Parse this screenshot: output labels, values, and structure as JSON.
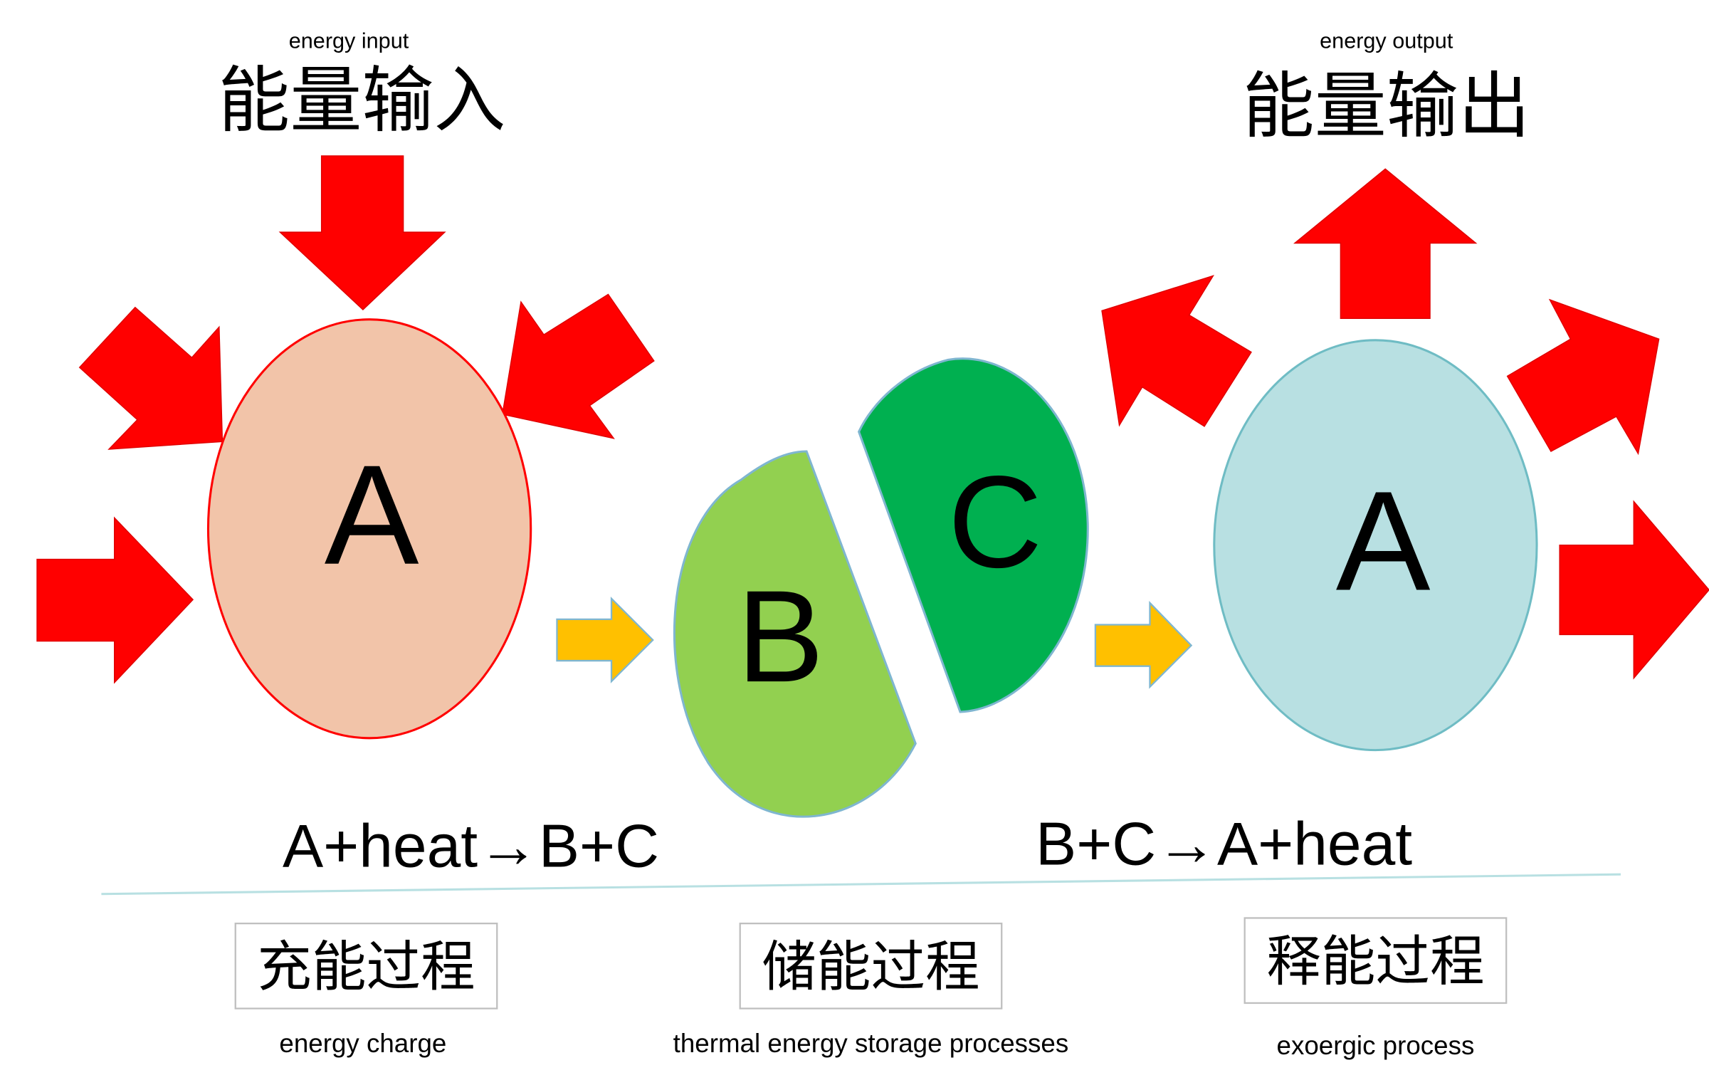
{
  "input": {
    "caption": "energy input",
    "title": "能量输入"
  },
  "output": {
    "caption": "energy output",
    "title": "能量输出"
  },
  "nodes": {
    "a_left": "A",
    "b": "B",
    "c": "C",
    "a_right": "A"
  },
  "equations": {
    "charge": "A+heat→B+C",
    "release": "B+C→A+heat"
  },
  "stages": [
    {
      "label": "充能过程",
      "caption": "energy charge"
    },
    {
      "label": "储能过程",
      "caption": "thermal energy storage processes"
    },
    {
      "label": "释能过程",
      "caption": "exoergic process"
    }
  ],
  "colors": {
    "arrow_red": "#ff0000",
    "arrow_yellow": "#ffc000",
    "ellipse_a_left": "#f2c4a9",
    "ellipse_a_right": "#b8e0e2",
    "shape_b": "#92d050",
    "shape_c": "#00b050"
  }
}
